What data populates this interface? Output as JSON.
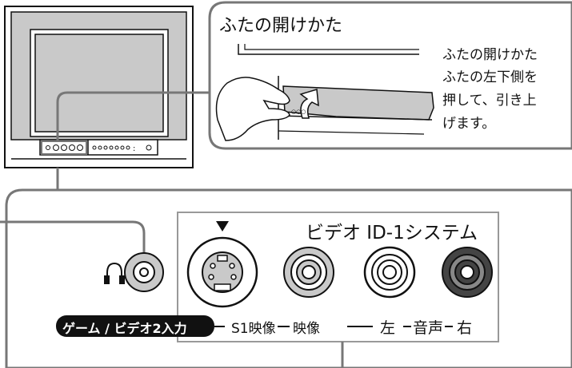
{
  "lid_title": "ふたの開けかた",
  "lid_instructions": [
    "ふたの開けかた",
    "ふたの左下側を",
    "押して、引き上",
    "げます。"
  ],
  "system_label": "ビデオ ID-1システム",
  "input_badge": "ゲーム / ビデオ2入力",
  "jack_labels": {
    "s1_video": "S1映像",
    "video": "映像",
    "left": "左",
    "audio": "音声",
    "right": "右"
  },
  "icons": {
    "headphone": "headphone-icon",
    "arrow": "down-triangle-icon"
  }
}
